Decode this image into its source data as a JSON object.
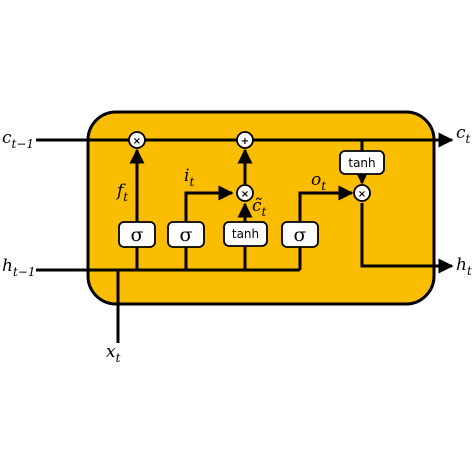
{
  "colors": {
    "cell_fill": "#FBBD00",
    "line": "#000000",
    "box_fill": "#FFFFFF"
  },
  "labels": {
    "c_prev": {
      "base": "c",
      "sub": "t−1"
    },
    "c_out": {
      "base": "c",
      "sub": "t"
    },
    "h_prev": {
      "base": "h",
      "sub": "t−1"
    },
    "h_out": {
      "base": "h",
      "sub": "t"
    },
    "x_in": {
      "base": "x",
      "sub": "t"
    },
    "f_gate": {
      "base": "f",
      "sub": "t"
    },
    "i_gate": {
      "base": "i",
      "sub": "t"
    },
    "c_tilde": {
      "base": "c̃",
      "sub": "t"
    },
    "o_gate": {
      "base": "o",
      "sub": "t"
    }
  },
  "gates": {
    "forget": "σ",
    "input": "σ",
    "candidate": "tanh",
    "output": "σ",
    "cell_tanh": "tanh"
  },
  "ops": {
    "forget_mult": "×",
    "add": "+",
    "input_mult": "×",
    "output_mult": "×"
  }
}
